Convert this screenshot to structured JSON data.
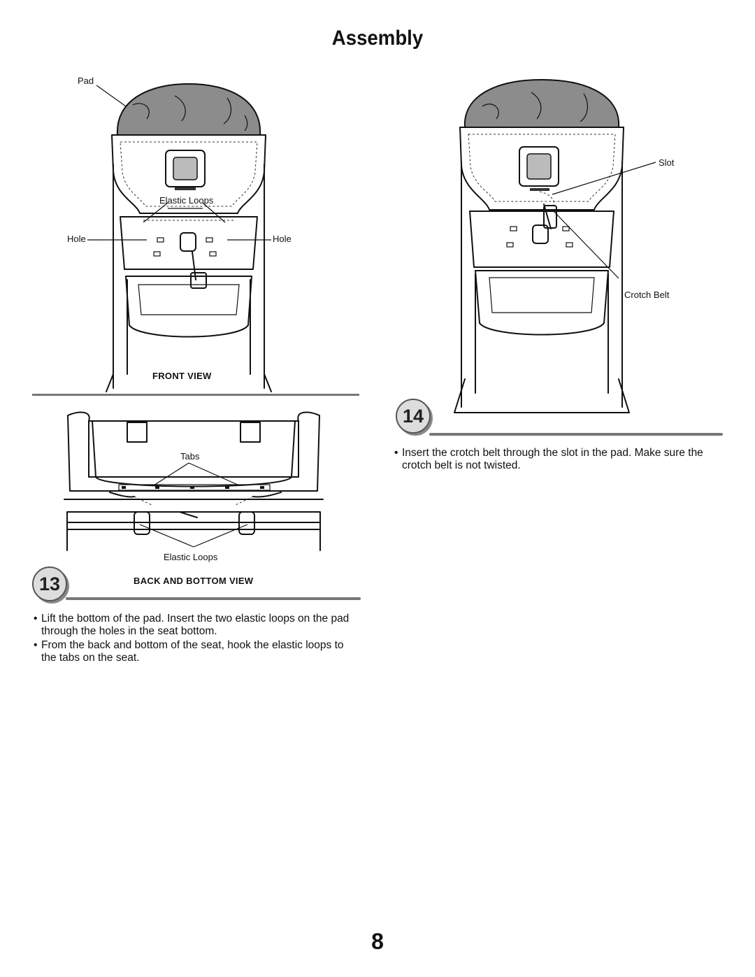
{
  "title": "Assembly",
  "step13": {
    "number": "13",
    "front_view": {
      "label_pad": "Pad",
      "label_elastic_loops": "Elastic Loops",
      "label_hole_left": "Hole",
      "label_hole_right": "Hole",
      "view_caption": "FRONT VIEW"
    },
    "back_view": {
      "label_tabs": "Tabs",
      "label_elastic_loops": "Elastic Loops",
      "view_caption": "BACK AND BOTTOM VIEW"
    },
    "instructions": [
      "Lift the bottom of the pad. Insert the two elastic loops on the pad through the holes in the seat bottom.",
      "From the back and bottom of the seat, hook the elastic loops to the tabs on the seat."
    ]
  },
  "step14": {
    "number": "14",
    "label_slot": "Slot",
    "label_crotch_belt": "Crotch Belt",
    "instructions": [
      "Insert the crotch belt through the slot in the pad. Make sure the crotch belt is not twisted."
    ]
  },
  "page_number": "8",
  "colors": {
    "pad_gray": "#8c8c8c",
    "rule_gray": "#777777"
  }
}
